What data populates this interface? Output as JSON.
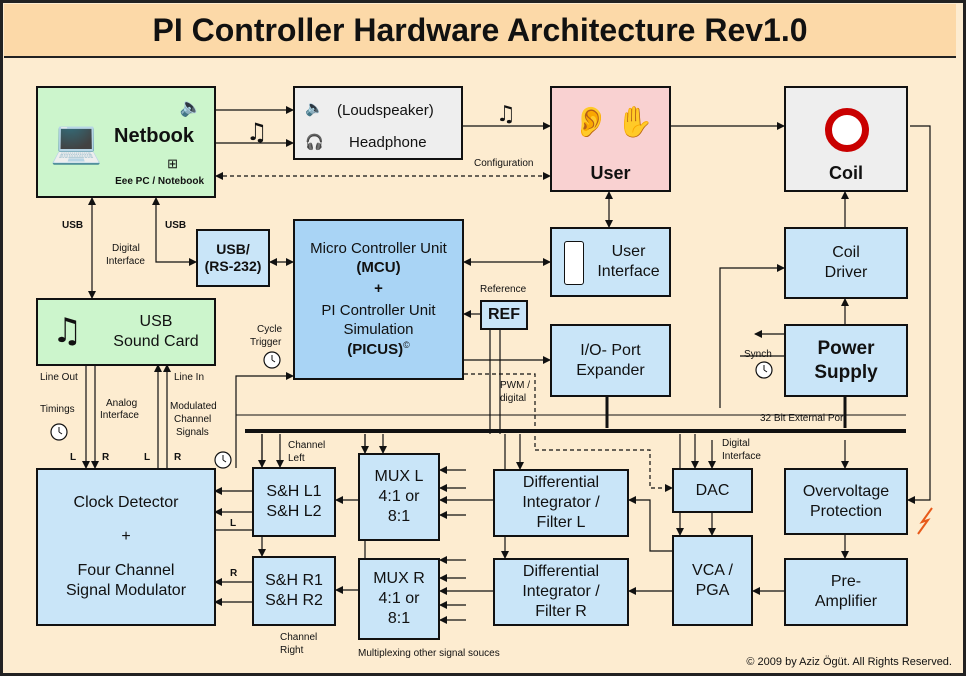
{
  "title": "PI Controller Hardware Architecture Rev1.0",
  "blocks": {
    "netbook": {
      "title": "Netbook",
      "subtitle": "Eee PC / Notebook"
    },
    "audio_out": {
      "loudspeaker": "(Loudspeaker)",
      "headphone": "Headphone"
    },
    "user": {
      "label": "User"
    },
    "coil": {
      "label": "Coil"
    },
    "usb_rs232": {
      "line1": "USB/",
      "line2": "(RS-232)"
    },
    "mcu": {
      "line1": "Micro Controller Unit",
      "line2": "(MCU)",
      "plus": "+",
      "line3": "PI Controller Unit",
      "line4": "Simulation",
      "line5": "(PICUS)",
      "sup": "©"
    },
    "user_interface": {
      "line1": "User",
      "line2": "Interface"
    },
    "coil_driver": {
      "line1": "Coil",
      "line2": "Driver"
    },
    "sound_card": {
      "line1": "USB",
      "line2": "Sound Card"
    },
    "ref": {
      "label": "REF"
    },
    "io_expander": {
      "line1": "I/O- Port",
      "line2": "Expander"
    },
    "power_supply": {
      "line1": "Power",
      "line2": "Supply"
    },
    "clock_detector": {
      "line1": "Clock Detector",
      "plus": "+",
      "line2": "Four Channel",
      "line3": "Signal Modulator"
    },
    "sh_l": {
      "line1": "S&H L1",
      "line2": "S&H L2"
    },
    "sh_r": {
      "line1": "S&H R1",
      "line2": "S&H R2"
    },
    "mux_l": {
      "line1": "MUX L",
      "line2": "4:1 or",
      "line3": "8:1"
    },
    "mux_r": {
      "line1": "MUX R",
      "line2": "4:1 or",
      "line3": "8:1"
    },
    "diff_l": {
      "line1": "Differential",
      "line2": "Integrator /",
      "line3": "Filter L"
    },
    "diff_r": {
      "line1": "Differential",
      "line2": "Integrator /",
      "line3": "Filter R"
    },
    "dac": {
      "label": "DAC"
    },
    "vca": {
      "line1": "VCA /",
      "line2": "PGA"
    },
    "overvoltage": {
      "line1": "Overvoltage",
      "line2": "Protection"
    },
    "preamp": {
      "line1": "Pre-",
      "line2": "Amplifier"
    }
  },
  "labels": {
    "configuration": "Configuration",
    "usb_left": "USB",
    "usb_right": "USB",
    "digital_interface_1": "Digital",
    "digital_interface_2": "Interface",
    "reference": "Reference",
    "cycle_trigger_1": "Cycle",
    "cycle_trigger_2": "Trigger",
    "synch": "Synch",
    "line_out": "Line Out",
    "line_in": "Line In",
    "timings": "Timings",
    "analog_interface_1": "Analog",
    "analog_interface_2": "Interface",
    "modulated_1": "Modulated",
    "modulated_2": "Channel",
    "modulated_3": "Signals",
    "pwm_1": "PWM /",
    "pwm_2": "digital",
    "ext_port": "32 Bit External Port",
    "digital_interface_b1": "Digital",
    "digital_interface_b2": "Interface",
    "channel_left_1": "Channel",
    "channel_left_2": "Left",
    "channel_right_1": "Channel",
    "channel_right_2": "Right",
    "multiplexing": "Multiplexing other signal souces",
    "L1": "L",
    "R1": "R",
    "L2": "L",
    "R2": "R",
    "L3": "L",
    "R3": "R"
  },
  "copyright": "© 2009 by Aziz Ögüt. All Rights Reserved."
}
